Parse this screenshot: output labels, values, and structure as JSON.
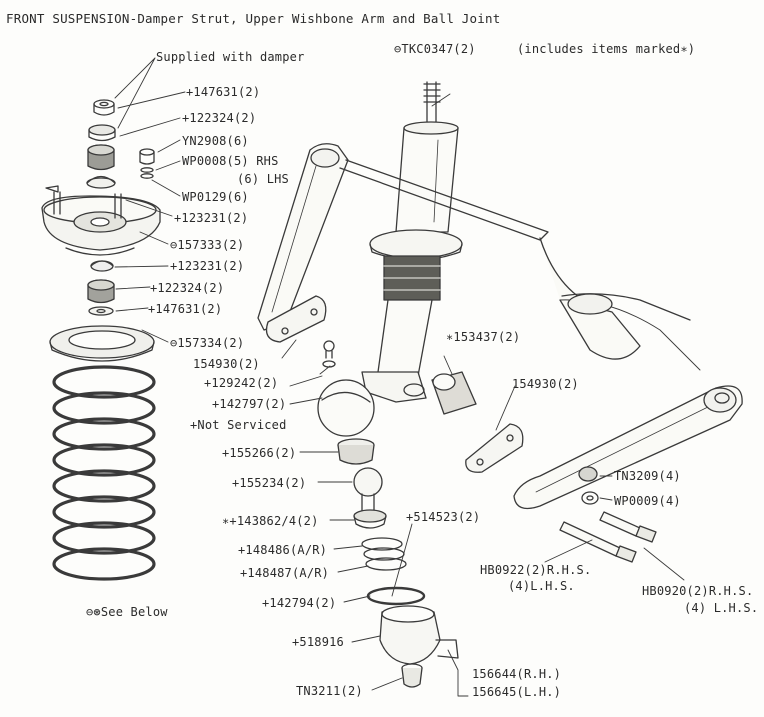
{
  "title": "FRONT SUSPENSION-Damper Strut, Upper Wishbone Arm and Ball Joint",
  "labels": {
    "supplied_with_damper": "Supplied with damper",
    "p147631_top": "+147631(2)",
    "p122324_top": "+122324(2)",
    "yn2908": "YN2908(6)",
    "wp0008": "WP0008(5) RHS",
    "wp0008_lhs": "(6) LHS",
    "wp0129": "WP0129(6)",
    "p123231_top": "+123231(2)",
    "p157333": "⊖157333(2)",
    "p123231_bottom": "+123231(2)",
    "p122324_bottom": "+122324(2)",
    "p147631_bottom": "+147631(2)",
    "p157334": "⊖157334(2)",
    "see_below": "⊖⊛See Below",
    "tkc0347": "⊖TKC0347(2)",
    "includes_items": "(includes items marked∗)",
    "p153437": "∗153437(2)",
    "p154930_left": "154930(2)",
    "p129242": "+129242(2)",
    "p142797": "+142797(2)",
    "not_serviced": "+Not Serviced",
    "p154930_right": "154930(2)",
    "p155266": "+155266(2)",
    "p155234": "+155234(2)",
    "p143862": "∗+143862/4(2)",
    "p514523": "+514523(2)",
    "p148486": "+148486(A/R)",
    "p148487": "+148487(A/R)",
    "p142794": "+142794(2)",
    "p518916": "+518916",
    "tn3211": "TN3211(2)",
    "p156644": "156644(R.H.)",
    "p156645": "156645(L.H.)",
    "tn3209": "TN3209(4)",
    "wp0009": "WP0009(4)",
    "hb0922": "HB0922(2)R.H.S.",
    "hb0922_lhs": "(4)L.H.S.",
    "hb0920": "HB0920(2)R.H.S.",
    "hb0920_lhs": "(4) L.H.S."
  }
}
